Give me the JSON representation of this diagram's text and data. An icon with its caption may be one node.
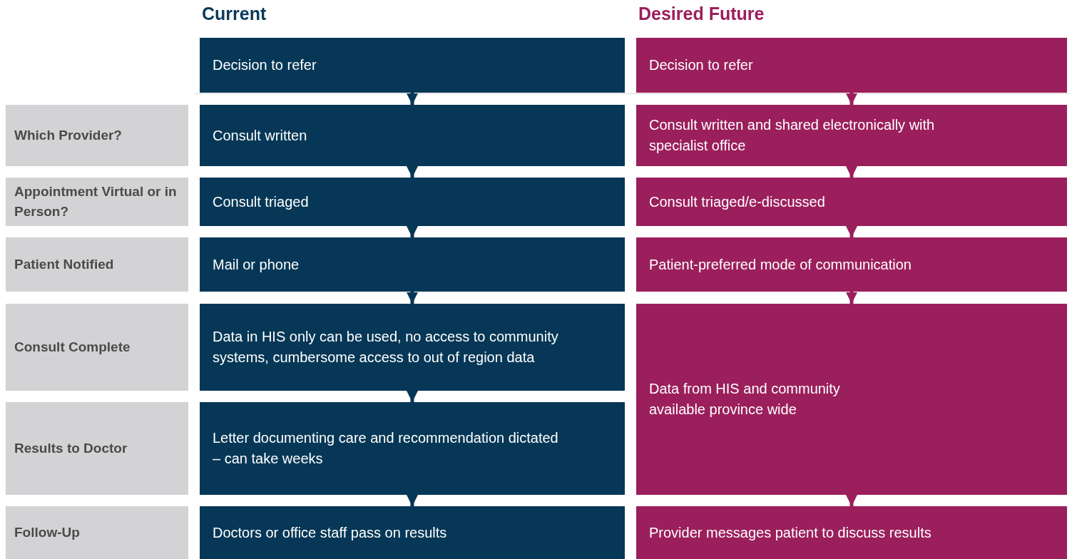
{
  "diagram": {
    "nodes": [
      {
        "text": [
          "Decision to refer"
        ]
      },
      {
        "text": [
          "Decision to refer"
        ]
      },
      {
        "text": [
          "Which Provider?"
        ]
      },
      {
        "text": [
          "Consult written"
        ]
      },
      {
        "text": [
          "Consult written and shared electronically with specialist office"
        ]
      },
      {
        "text": [
          "Appointment Virtual or in Person?"
        ]
      },
      {
        "text": [
          "Consult triaged"
        ]
      },
      {
        "text": [
          "Consult triaged/e-discussed"
        ]
      },
      {
        "text": [
          "Patient Notified"
        ]
      },
      {
        "text": [
          "Mail or phone"
        ]
      },
      {
        "text": [
          "Patient-preferred mode of communication"
        ]
      },
      {
        "text": [
          "Consult Complete"
        ]
      },
      {
        "text": [
          "Data in HIS only can be used, no access to community systems, cumbersome access to out of region data"
        ]
      },
      {
        "text": [
          "Data from HIS and community available province wide"
        ]
      },
      {
        "text": [
          "Results to Doctor"
        ]
      },
      {
        "text": [
          "Letter documenting care and recommendation dictated – can take weeks"
        ]
      },
      {
        "text": [
          "Follow-Up"
        ]
      },
      {
        "text": [
          "Doctors or office staff pass on results"
        ]
      },
      {
        "text": [
          "Provider messages patient to discuss results"
        ]
      }
    ],
    "edges": [
      {
        "from": 0,
        "to": 3,
        "arrow": "to"
      },
      {
        "from": 3,
        "to": 6,
        "arrow": "to"
      },
      {
        "from": 6,
        "to": 9,
        "arrow": "to"
      },
      {
        "from": 9,
        "to": 12,
        "arrow": "to"
      },
      {
        "from": 12,
        "to": 15,
        "arrow": "to"
      },
      {
        "from": 15,
        "to": 17,
        "arrow": "to"
      },
      {
        "from": 1,
        "to": 4,
        "arrow": "to",
        "color": "#9b1f5c"
      },
      {
        "from": 4,
        "to": 7,
        "arrow": "to",
        "color": "#9b1f5c"
      },
      {
        "from": 7,
        "to": 10,
        "arrow": "to",
        "color": "#9b1f5c"
      },
      {
        "from": 10,
        "to": 13,
        "arrow": "to",
        "color": "#9b1f5c"
      },
      {
        "from": 13,
        "to": 18,
        "arrow": "to",
        "color": "#9b1f5c"
      }
    ],
    "labels": [
      "Current",
      "Desired Future"
    ]
  }
}
